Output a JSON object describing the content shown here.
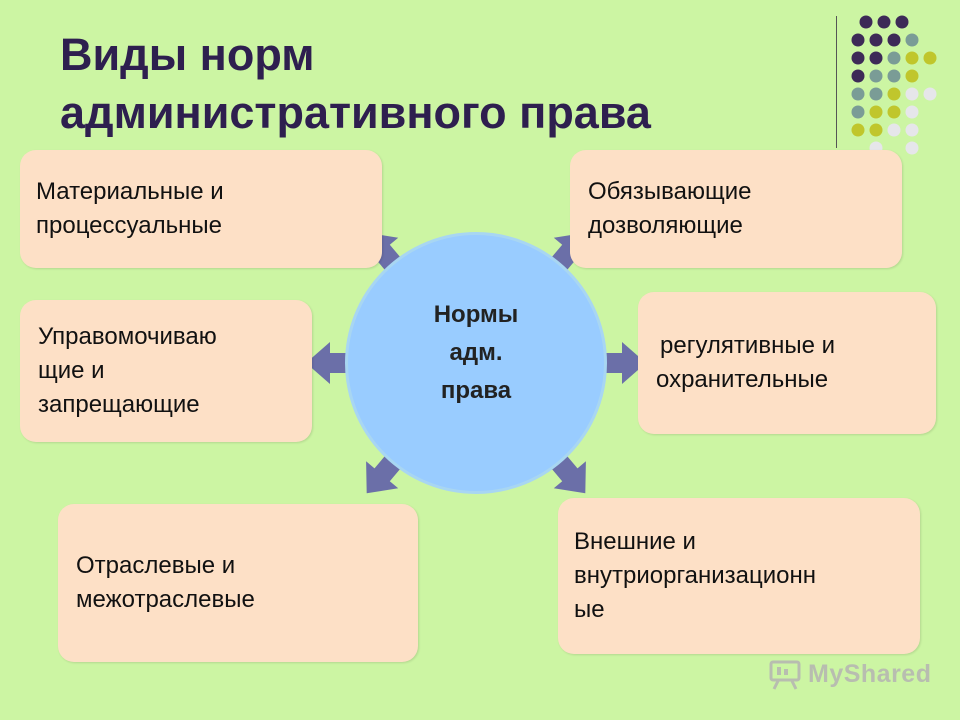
{
  "title": {
    "line1": "Виды норм",
    "line2": "административного права"
  },
  "center": {
    "line1": "Нормы",
    "line2": "адм.",
    "line3": "права"
  },
  "boxes": {
    "material": {
      "line1": "Материальные и",
      "line2": "процессуальные"
    },
    "obligating": {
      "line1": "Обязывающие",
      "line2": "дозволяющие"
    },
    "empowering": {
      "line1": "Управомочиваю",
      "line2": "щие и",
      "line3": "запрещающие"
    },
    "regulative": {
      "line1": "регулятивные и",
      "line2": "охранительные"
    },
    "sectoral": {
      "line1": "Отраслевые и",
      "line2": "межотраслевые"
    },
    "external": {
      "line1": "Внешние и",
      "line2": "внутриорганизационн",
      "line3": "ые"
    }
  },
  "watermark": {
    "text": "MyShared"
  },
  "colors": {
    "background": "#ccf5a3",
    "box": "#fde0c6",
    "circle": "#99ccff",
    "arrow": "#6b6fa8",
    "title": "#2e1f4f",
    "dot_purple": "#3d2a57",
    "dot_teal": "#7a9c96",
    "dot_olive": "#c0c62c",
    "dot_light": "#e6e6ea"
  }
}
